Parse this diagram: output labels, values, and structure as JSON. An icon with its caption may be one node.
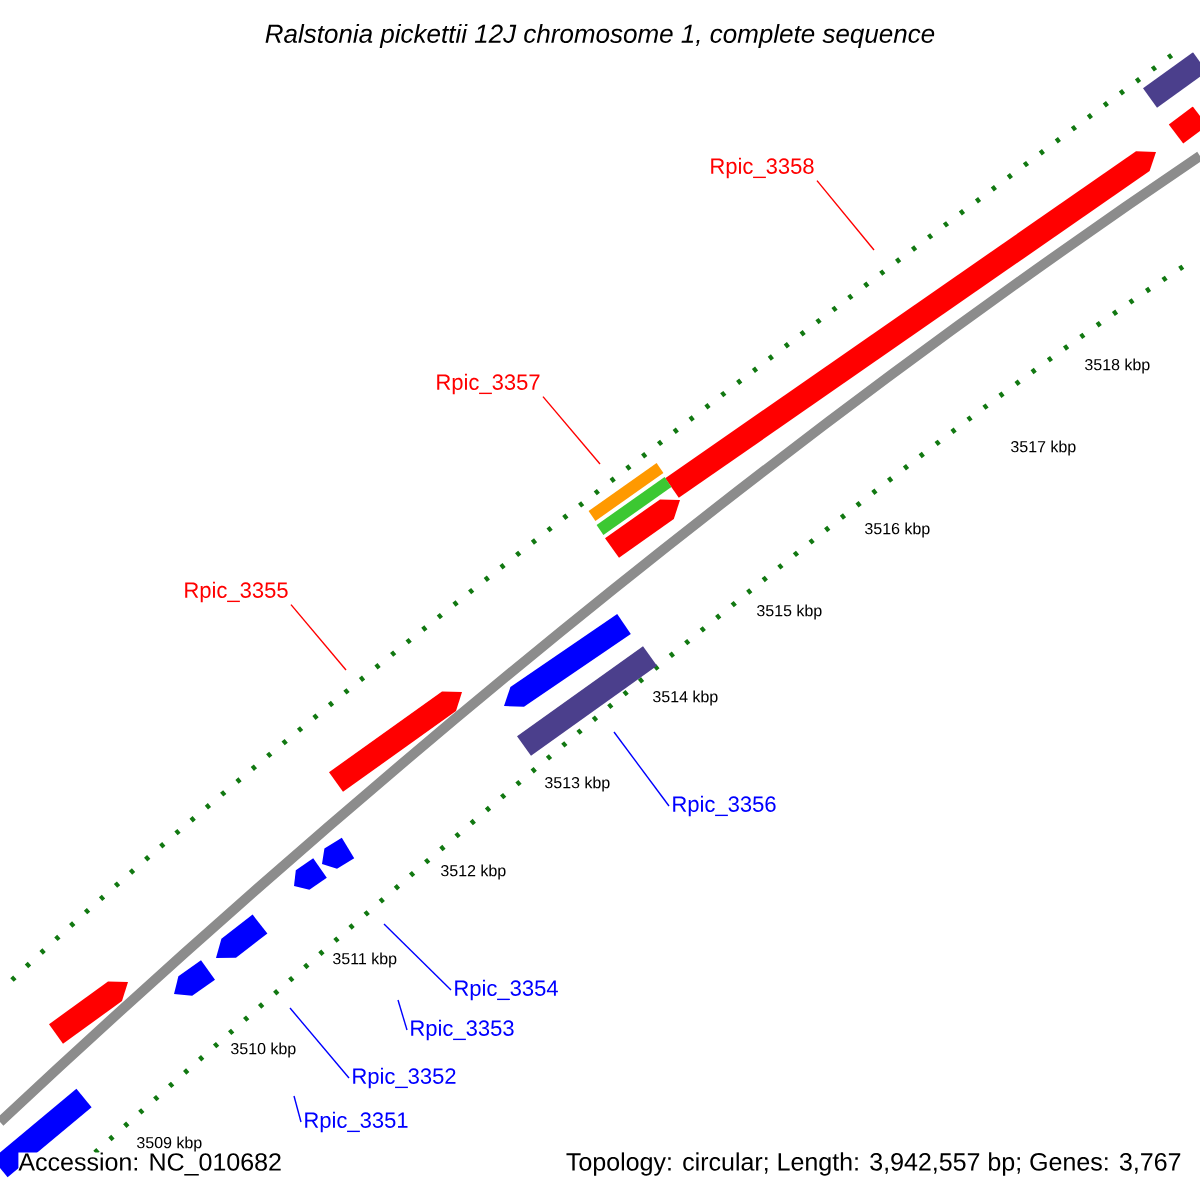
{
  "diagram": {
    "title": "Ralstonia pickettii 12J chromosome 1, complete sequence",
    "nodes": [
      {
        "text": [
          "Rpic_3358"
        ]
      },
      {
        "text": [
          "Rpic_3357"
        ]
      },
      {
        "text": [
          "Rpic_3355"
        ]
      },
      {
        "text": [
          "Rpic_3356"
        ]
      },
      {
        "text": [
          "Rpic_3354"
        ]
      },
      {
        "text": [
          "Rpic_3353"
        ]
      },
      {
        "text": [
          "Rpic_3352"
        ]
      },
      {
        "text": [
          "Rpic_3351"
        ]
      }
    ],
    "edges": [
      {
        "from": 0,
        "to": null,
        "arrow": "none",
        "color": "#ff0000"
      },
      {
        "from": 1,
        "to": null,
        "arrow": "none",
        "color": "#ff0000"
      },
      {
        "from": 2,
        "to": null,
        "arrow": "none",
        "color": "#ff0000"
      },
      {
        "from": 3,
        "to": null,
        "arrow": "none"
      },
      {
        "from": 4,
        "to": null,
        "arrow": "none"
      },
      {
        "from": 5,
        "to": null,
        "arrow": "none"
      },
      {
        "from": 6,
        "to": null,
        "arrow": "none"
      },
      {
        "from": 7,
        "to": null,
        "arrow": "none"
      }
    ],
    "labels": [
      "3518 kbp",
      "3517 kbp",
      "3516 kbp",
      "3515 kbp",
      "3514 kbp",
      "3513 kbp",
      "3512 kbp",
      "3511 kbp",
      "3510 kbp",
      "3509 kbp",
      "Accession: NC_010682",
      "Topology: circular; Length: 3,942,557 bp; Genes: 3,767"
    ]
  }
}
